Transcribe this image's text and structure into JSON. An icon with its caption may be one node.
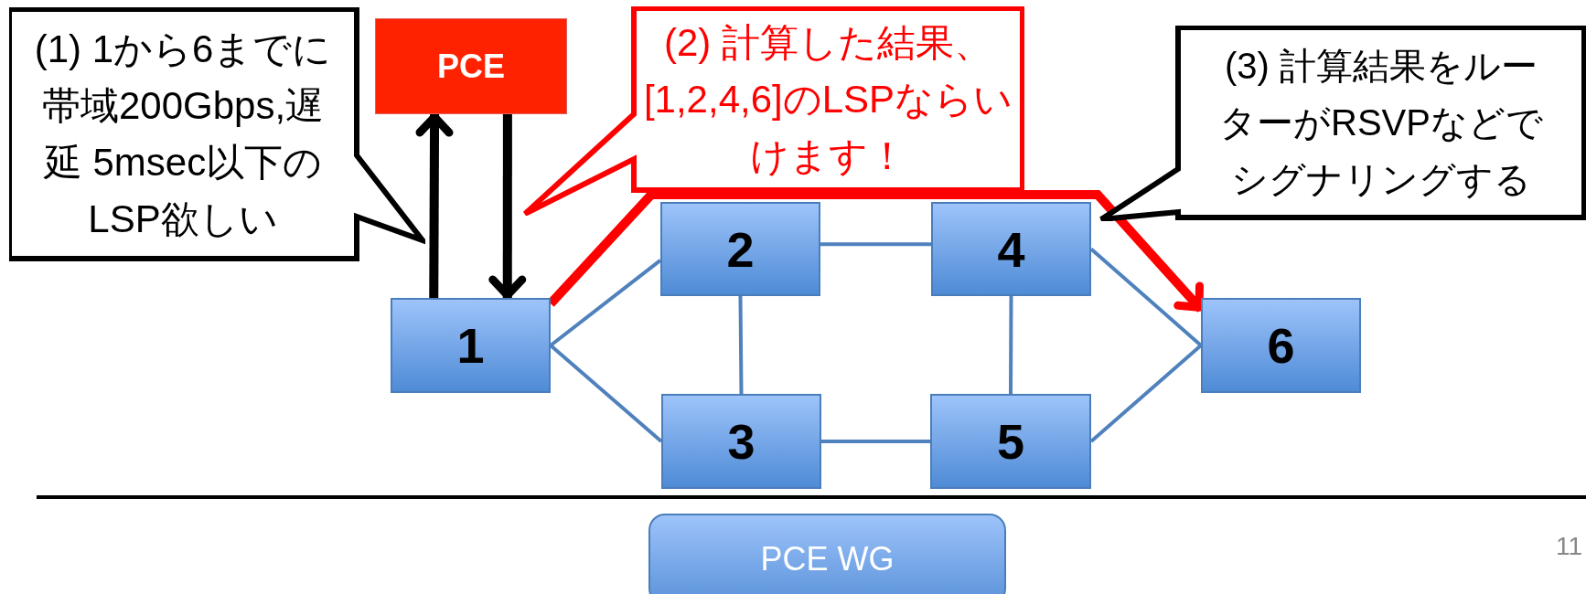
{
  "diagram": {
    "nodes": [
      {
        "text": [
          "(1) 1から6までに帯域200Gbps,遅延 5msec以下のLSP欲しい"
        ]
      },
      {
        "text": [
          "PCE"
        ]
      },
      {
        "text": [
          "(2) 計算した結果、[1,2,4,6]のLSPならいけます！"
        ]
      },
      {
        "text": [
          "(3) 計算結果をルーターがRSVPなどでシグナリングする"
        ]
      },
      {
        "text": [
          "1"
        ]
      },
      {
        "text": [
          "2"
        ]
      },
      {
        "text": [
          "4"
        ]
      },
      {
        "text": [
          "6"
        ]
      },
      {
        "text": [
          "3"
        ]
      },
      {
        "text": [
          "5"
        ]
      },
      {
        "text": [
          "PCE WG"
        ]
      }
    ],
    "edges": [
      {
        "from": 4,
        "to": 1,
        "arrow": "to",
        "style": "thick",
        "color": "#000000"
      },
      {
        "from": 1,
        "to": 4,
        "arrow": "to",
        "style": "thick",
        "color": "#000000"
      },
      {
        "from": 4,
        "to": 7,
        "arrow": "to",
        "style": "thick",
        "color": "#ff0000"
      },
      {
        "from": 4,
        "to": 5,
        "arrow": "none"
      },
      {
        "from": 4,
        "to": 8,
        "arrow": "none"
      },
      {
        "from": 5,
        "to": 6,
        "arrow": "none"
      },
      {
        "from": 5,
        "to": 8,
        "arrow": "none"
      },
      {
        "from": 6,
        "to": 9,
        "arrow": "none"
      },
      {
        "from": 8,
        "to": 9,
        "arrow": "none"
      },
      {
        "from": 6,
        "to": 7,
        "arrow": "none"
      },
      {
        "from": 9,
        "to": 7,
        "arrow": "none"
      }
    ],
    "labels": [
      "11"
    ]
  }
}
